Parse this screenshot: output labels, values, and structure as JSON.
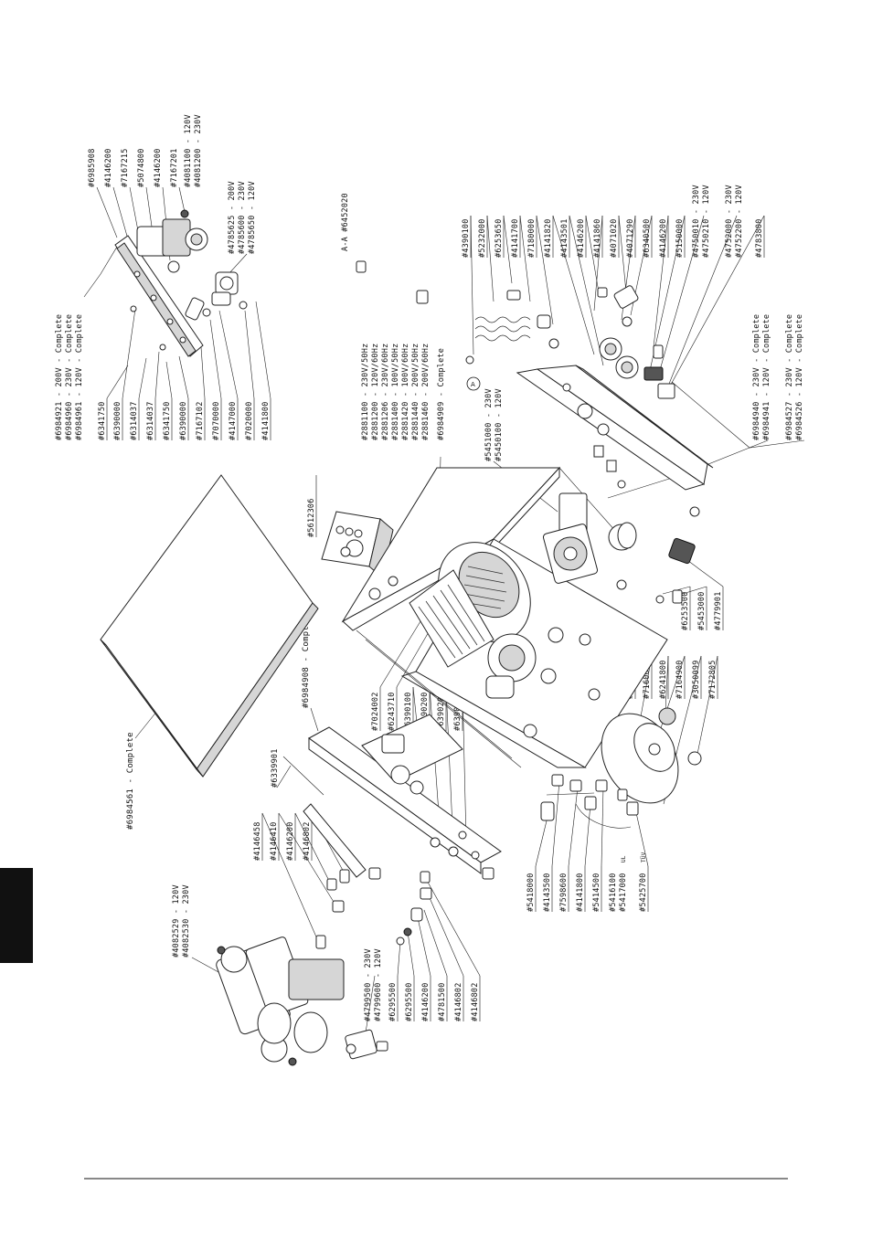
{
  "callouts": {
    "top_group": [
      "#6984921 - 200V - Complete",
      "#6984960 - 230V - Complete",
      "#6984961 - 120V - Complete"
    ],
    "top_parts_left": [
      "#6341750",
      "#6390000",
      "#6314037",
      "#6314037",
      "#6341750",
      "#6390000",
      "#7167102",
      "#7070000",
      "#4147000",
      "#7020000",
      "#4141800"
    ],
    "top_parts_right": [
      "#6985908",
      "#4146200",
      "#7167215",
      "#5074800",
      "#4146200",
      "#7167201"
    ],
    "top_valve_a": [
      "#4081100 - 120V",
      "#4081200 - 230V"
    ],
    "top_valve_b": [
      "#4785625 - 200V",
      "#4785600 - 230V",
      "#4785650 - 120V"
    ],
    "hose": "A-A #6452020",
    "motor_group": [
      "#2881100 - 230V/50Hz",
      "#2881200 - 120V/60Hz",
      "#2881206 - 230V/60Hz",
      "#2881400 - 100V/50Hz",
      "#2881420 - 100V/60Hz",
      "#2881440 - 200V/50Hz",
      "#2881460 - 200V/60Hz",
      "#6984909 - Complete"
    ],
    "fan": [
      "#5451000 - 230V",
      "#5450100 - 120V"
    ],
    "panel_parts": [
      "#4390100",
      "#5232000",
      "#6253650",
      "#4141700",
      "#7180000",
      "#4141820",
      "#4143501",
      "#4146200",
      "#4141860",
      "#4071020",
      "#4071290",
      "#6340500",
      "#4146200",
      "#5150000"
    ],
    "panel_switch": [
      "#4750010 - 230V",
      "#4750210 - 120V"
    ],
    "panel_relay": [
      "#4752000 - 230V",
      "#4752200 - 120V"
    ],
    "panel_last": "#4783800",
    "panel_complete": [
      "#6984940 - 230V - Complete",
      "#6984941 - 120V - Complete"
    ],
    "panel_complete2": [
      "#6984527 - 230V - Complete",
      "#6984526 - 120V - Complete"
    ],
    "module": "#5612306",
    "cover": "#6984561 - Complete",
    "frame": "#6984908 - Complete",
    "frame_part": "#6339901",
    "bottom_left": [
      "#4082529 - 120V",
      "#4082530 - 230V"
    ],
    "bottom_fittings": [
      "#4146458",
      "#4146410",
      "#4146200",
      "#4146802"
    ],
    "bottom_valve": [
      "#4799500 - 230V",
      "#4799600 - 120V"
    ],
    "bottom_parts": [
      "#6295500",
      "#6295500",
      "#4146200",
      "#4781500",
      "#4146802",
      "#4146802"
    ],
    "center_parts": [
      "#7024002",
      "#6243710",
      "#6390100",
      "#6390200",
      "#6390200",
      "#6390200"
    ],
    "tank_parts": [
      "#4146201",
      "#7160000",
      "#6241800",
      "#7164900",
      "#3050099",
      "#7172805"
    ],
    "right_parts": [
      "#6253500",
      "#5453000",
      "#4779901"
    ],
    "tank_fittings": [
      "#5418000",
      "#4143500",
      "#7598600",
      "#4141800",
      "#5414500",
      "#5416100",
      "#5417000",
      "#5425700"
    ],
    "small_marks": [
      "UL",
      "TÜV"
    ],
    "section_marker": "A"
  }
}
